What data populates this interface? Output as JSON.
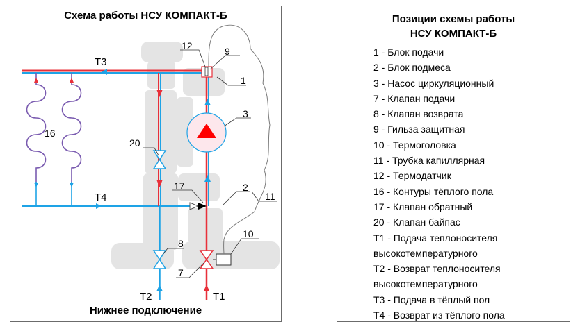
{
  "diagram": {
    "title": "Схема работы НСУ КОМПАКТ-Б",
    "footer": "Нижнее подключение",
    "labels": {
      "n1": "1",
      "n2": "2",
      "n3": "3",
      "n7": "7",
      "n8": "8",
      "n9": "9",
      "n10": "10",
      "n11": "11",
      "n12": "12",
      "n16": "16",
      "n17": "17",
      "n20": "20",
      "t1": "T1",
      "t2": "T2",
      "t3": "T3",
      "t4": "T4"
    },
    "colors": {
      "supply": "#e8303a",
      "return": "#1ea3e6",
      "loop": "#7a5bb0",
      "equipment": "#e4e4e4",
      "pump": "#ff0000",
      "line": "#333333"
    }
  },
  "legend": {
    "title_line1": "Позиции схемы работы",
    "title_line2": "НСУ КОМПАКТ-Б",
    "items": [
      "1 - Блок подачи",
      "2 - Блок подмеса",
      "3 - Насос циркуляционный",
      "7 - Клапан подачи",
      "8 - Клапан возврата",
      "9 - Гильза защитная",
      "10 - Термоголовка",
      "11 - Трубка капиллярная",
      "12 - Термодатчик",
      "16 - Контуры тёплого пола",
      "17 - Клапан обратный",
      "20 - Клапан байпас",
      "Т1 - Подача теплоносителя",
      "высокотемпературного",
      "Т2 - Возврат теплоносителя",
      "высокотемпературного",
      "Т3 - Подача в тёплый пол",
      "Т4 - Возврат из тёплого пола"
    ]
  }
}
